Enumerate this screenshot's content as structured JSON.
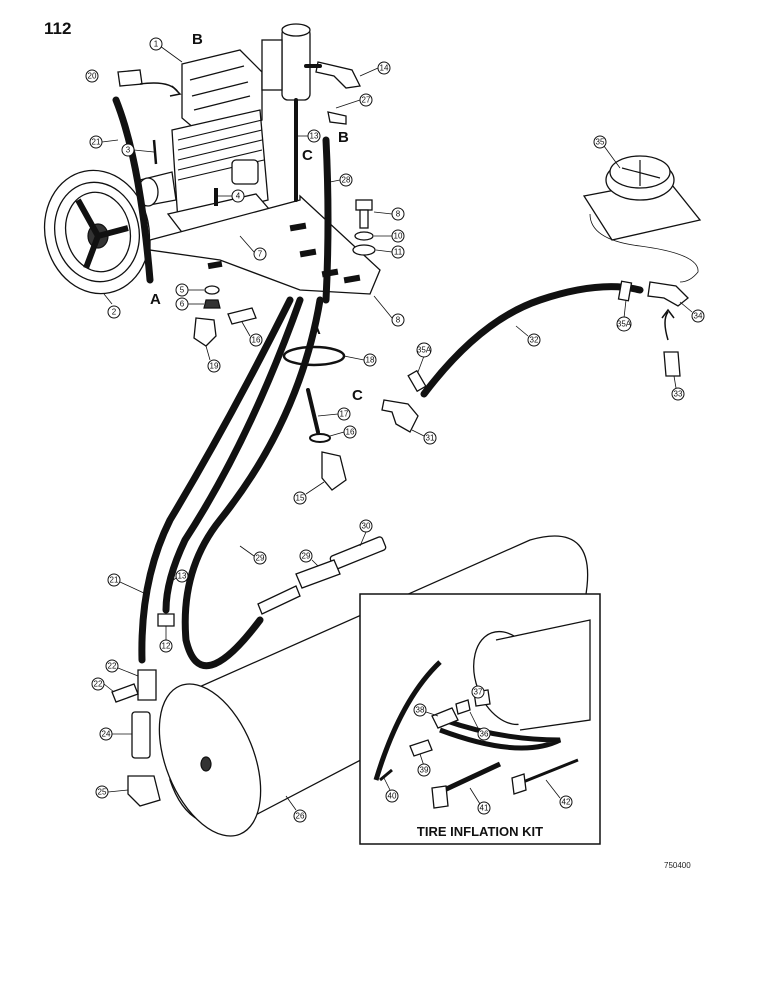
{
  "page_number": "112",
  "reference_number": "750400",
  "kit_title": "TIRE INFLATION KIT",
  "letters": {
    "b_top": "B",
    "b_right": "B",
    "c_upper": "C",
    "c_lower": "C",
    "a_pulley": "A",
    "a_hoses": "A"
  },
  "callouts": {
    "c1": "1",
    "c2": "2",
    "c3": "3",
    "c4": "4",
    "c5": "5",
    "c6": "6",
    "c7": "7",
    "c8a": "8",
    "c8b": "8",
    "c10": "10",
    "c11": "11",
    "c12": "12",
    "c13a": "13",
    "c13b": "13",
    "c14": "14",
    "c15": "15",
    "c16a": "16",
    "c16b": "16",
    "c17": "17",
    "c18": "18",
    "c19": "19",
    "c20": "20",
    "c21a": "21",
    "c21b": "21",
    "c22a": "22",
    "c22b": "22",
    "c24": "24",
    "c25": "25",
    "c26": "26",
    "c27": "27",
    "c28": "28",
    "c29": "29",
    "c29b": "29",
    "c30": "30",
    "c31": "31",
    "c32": "32",
    "c33": "33",
    "c34": "34",
    "c35": "35",
    "c35a1": "35A",
    "c35a2": "35A",
    "c36": "36",
    "c37": "37",
    "c38": "38",
    "c39": "39",
    "c40": "40",
    "c41": "41",
    "c42": "42"
  }
}
